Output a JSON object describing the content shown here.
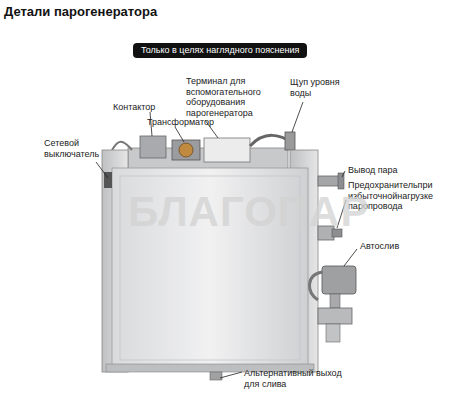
{
  "diagram": {
    "title": "Детали парогенератора",
    "nodes": [
      {
        "text": [
          "Только в целях наглядного пояснения"
        ]
      }
    ],
    "labels": [
      "Терминал для вспомогательного оборудования парогенератора",
      "Щуп уровня воды",
      "Контактор",
      "Трансформатор",
      "Сетевой выключатель",
      "Вывод пара",
      "Предохранительпри избыточнойнагрузке паропровода",
      "Автослив",
      "Альтернативный выход для слива",
      "БЛАГОПАР"
    ]
  }
}
